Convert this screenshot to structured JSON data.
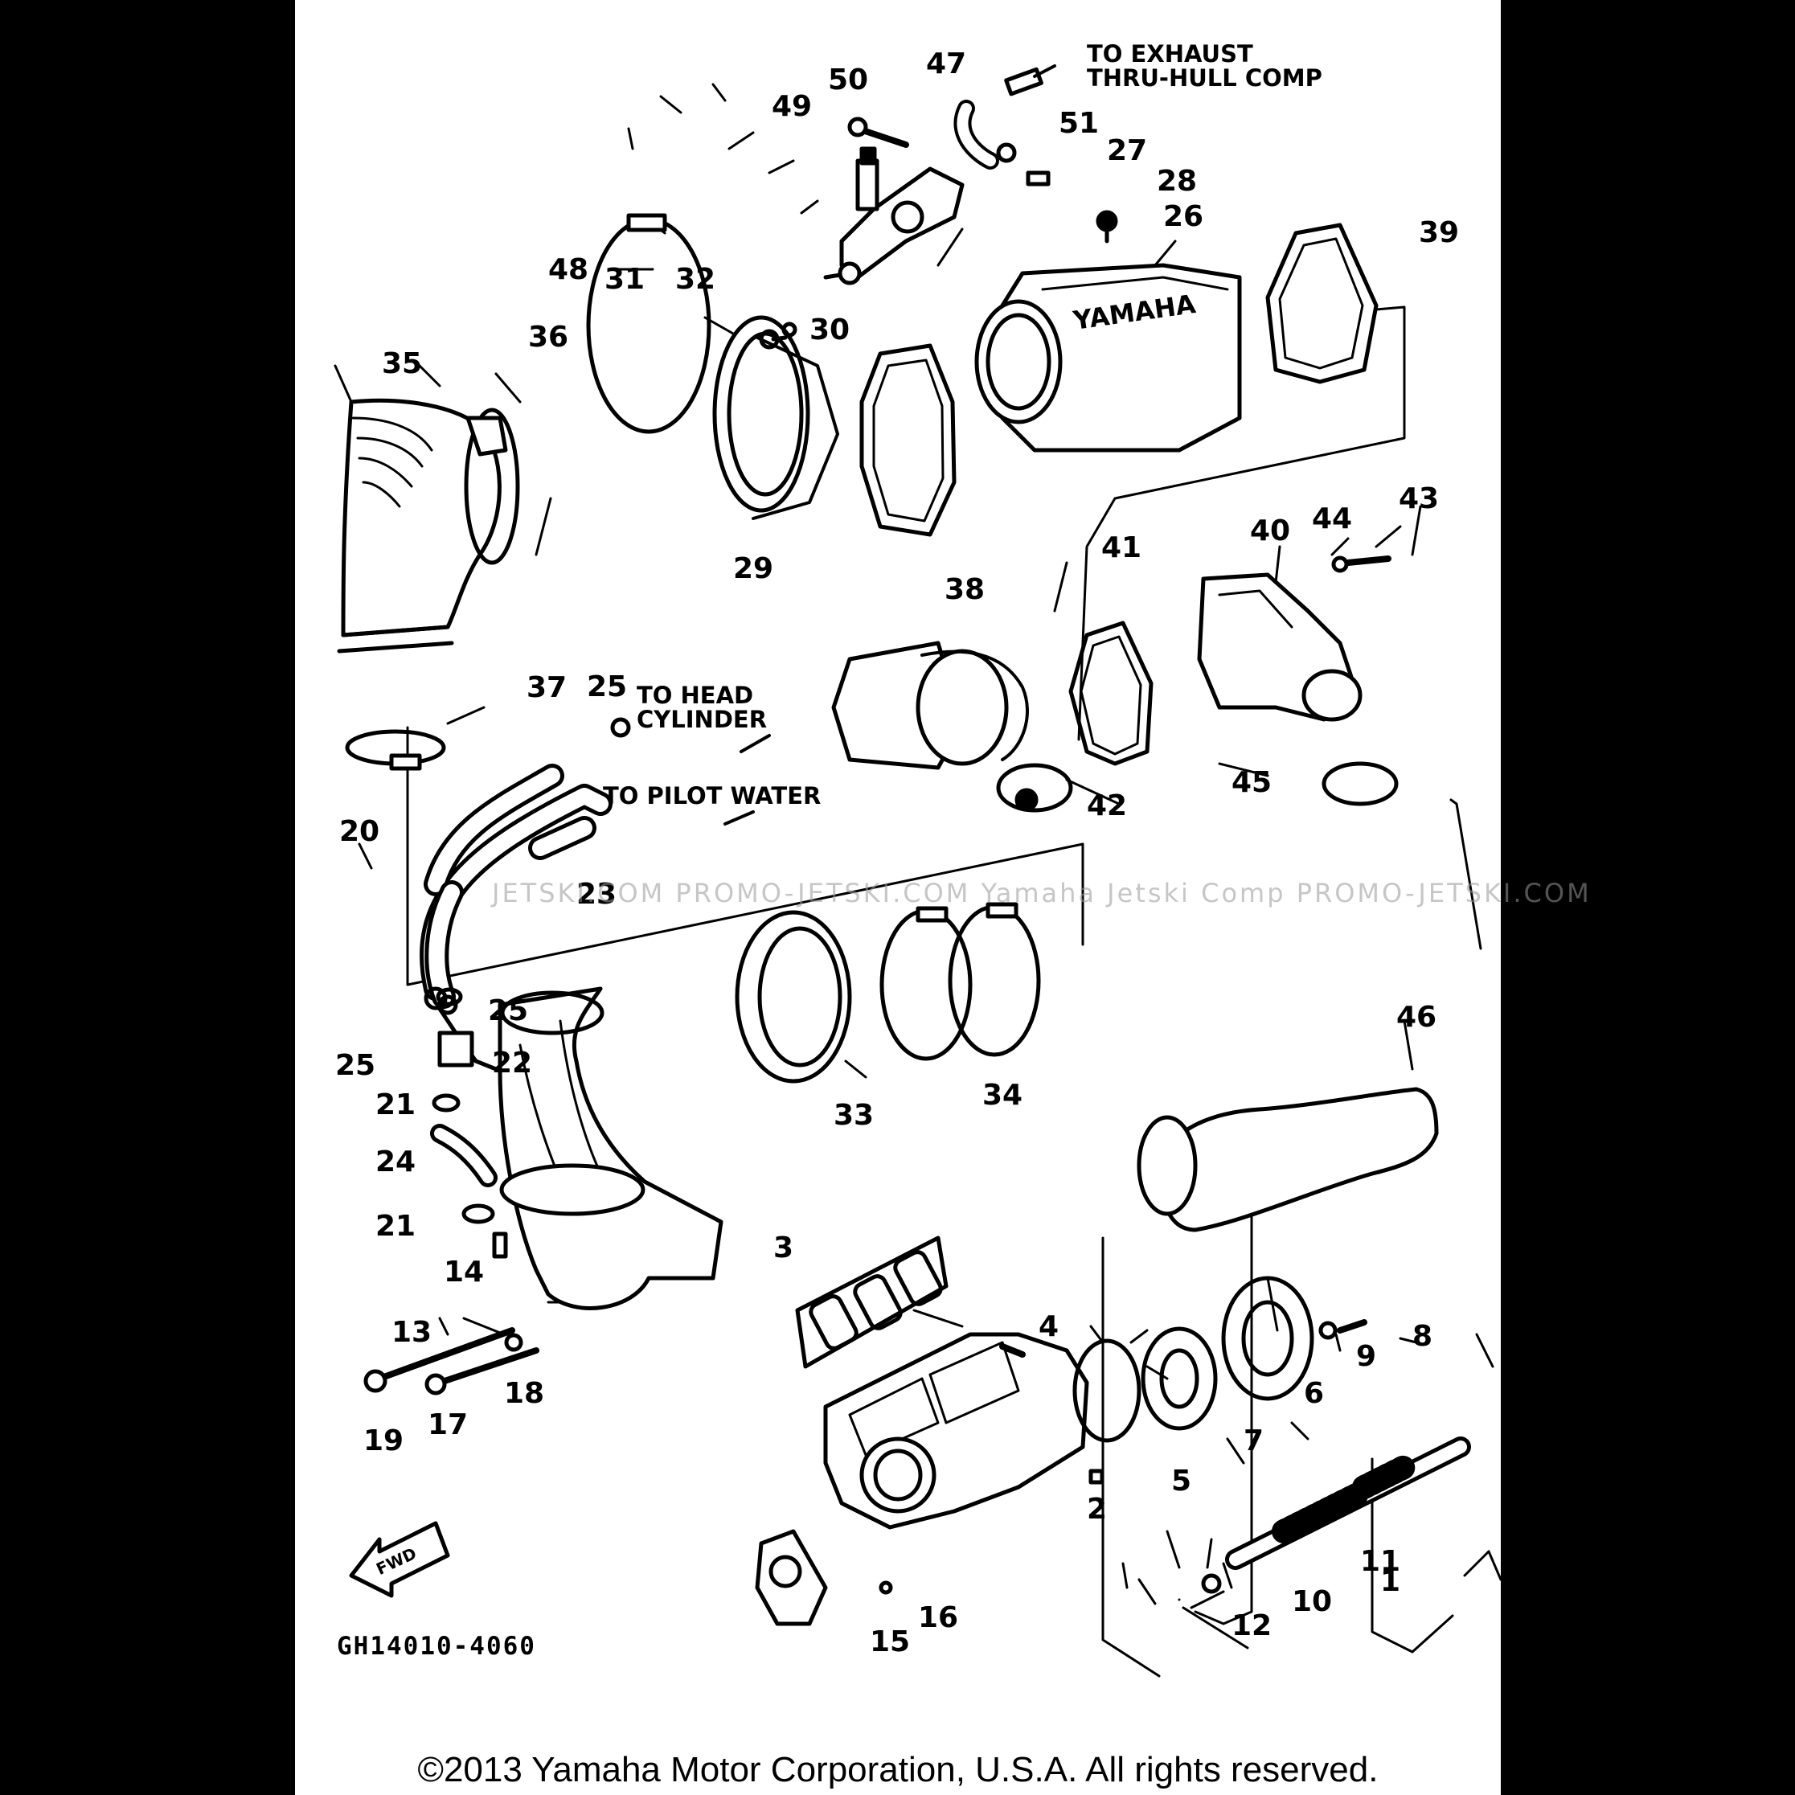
{
  "diagram_code": "GH14010-4060",
  "watermark": "JETSKI.COM   PROMO-JETSKI.COM   Yamaha Jetski Comp   PROMO-JETSKI.COM",
  "copyright": "©2013 Yamaha Motor Corporation, U.S.A. All rights reserved.",
  "fwd_label": "FWD",
  "notes": {
    "to_exhaust": "TO EXHAUST\nTHRU-HULL COMP",
    "to_head": "TO HEAD\nCYLINDER",
    "to_pilot": "TO PILOT WATER"
  },
  "callouts": [
    {
      "id": "c1",
      "text": "1"
    },
    {
      "id": "c2",
      "text": "2"
    },
    {
      "id": "c3",
      "text": "3"
    },
    {
      "id": "c4",
      "text": "4"
    },
    {
      "id": "c5",
      "text": "5"
    },
    {
      "id": "c6",
      "text": "6"
    },
    {
      "id": "c7",
      "text": "7"
    },
    {
      "id": "c8",
      "text": "8"
    },
    {
      "id": "c9",
      "text": "9"
    },
    {
      "id": "c10",
      "text": "10"
    },
    {
      "id": "c11",
      "text": "11"
    },
    {
      "id": "c12",
      "text": "12"
    },
    {
      "id": "c13",
      "text": "13"
    },
    {
      "id": "c14",
      "text": "14"
    },
    {
      "id": "c15",
      "text": "15"
    },
    {
      "id": "c16",
      "text": "16"
    },
    {
      "id": "c17",
      "text": "17"
    },
    {
      "id": "c18",
      "text": "18"
    },
    {
      "id": "c19",
      "text": "19"
    },
    {
      "id": "c20",
      "text": "20"
    },
    {
      "id": "c21a",
      "text": "21"
    },
    {
      "id": "c21b",
      "text": "21"
    },
    {
      "id": "c22",
      "text": "22"
    },
    {
      "id": "c23",
      "text": "23"
    },
    {
      "id": "c24",
      "text": "24"
    },
    {
      "id": "c25a",
      "text": "25"
    },
    {
      "id": "c25b",
      "text": "25"
    },
    {
      "id": "c25c",
      "text": "25"
    },
    {
      "id": "c26",
      "text": "26"
    },
    {
      "id": "c27",
      "text": "27"
    },
    {
      "id": "c28",
      "text": "28"
    },
    {
      "id": "c29",
      "text": "29"
    },
    {
      "id": "c30",
      "text": "30"
    },
    {
      "id": "c31",
      "text": "31"
    },
    {
      "id": "c32",
      "text": "32"
    },
    {
      "id": "c33",
      "text": "33"
    },
    {
      "id": "c34",
      "text": "34"
    },
    {
      "id": "c35",
      "text": "35"
    },
    {
      "id": "c36",
      "text": "36"
    },
    {
      "id": "c37",
      "text": "37"
    },
    {
      "id": "c38",
      "text": "38"
    },
    {
      "id": "c39",
      "text": "39"
    },
    {
      "id": "c40",
      "text": "40"
    },
    {
      "id": "c41",
      "text": "41"
    },
    {
      "id": "c42",
      "text": "42"
    },
    {
      "id": "c43",
      "text": "43"
    },
    {
      "id": "c44",
      "text": "44"
    },
    {
      "id": "c45",
      "text": "45"
    },
    {
      "id": "c46",
      "text": "46"
    },
    {
      "id": "c47",
      "text": "47"
    },
    {
      "id": "c48",
      "text": "48"
    },
    {
      "id": "c49",
      "text": "49"
    },
    {
      "id": "c50",
      "text": "50"
    },
    {
      "id": "c51",
      "text": "51"
    }
  ]
}
